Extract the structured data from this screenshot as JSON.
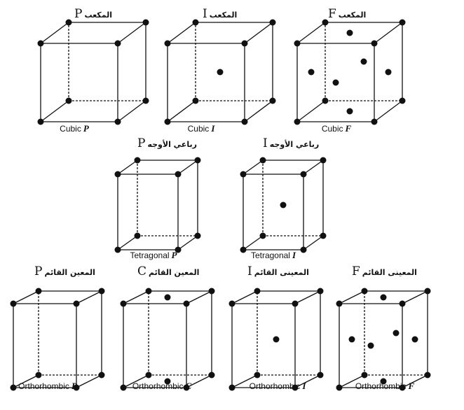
{
  "cells": [
    {
      "id": "cubic-p",
      "title_letter": "P",
      "title_arabic": "المكعب",
      "caption_prefix": "Cubic",
      "caption_symbol": "P",
      "centering": "P",
      "shape": "cube"
    },
    {
      "id": "cubic-i",
      "title_letter": "I",
      "title_arabic": "المكعب",
      "caption_prefix": "Cubic",
      "caption_symbol": "I",
      "centering": "I",
      "shape": "cube"
    },
    {
      "id": "cubic-f",
      "title_letter": "F",
      "title_arabic": "المكعب",
      "caption_prefix": "Cubic",
      "caption_symbol": "F",
      "centering": "F",
      "shape": "cube"
    },
    {
      "id": "tetragonal-p",
      "title_letter": "P",
      "title_arabic": "رباعي الأوجه",
      "caption_prefix": "Tetragonal",
      "caption_symbol": "P",
      "centering": "P",
      "shape": "tetragonal"
    },
    {
      "id": "tetragonal-i",
      "title_letter": "I",
      "title_arabic": "رباعي الأوجه",
      "caption_prefix": "Tetragonal",
      "caption_symbol": "I",
      "centering": "I",
      "shape": "tetragonal"
    },
    {
      "id": "orthorhombic-p",
      "title_letter": "P",
      "title_arabic": "المعين القائم",
      "caption_prefix": "Orthorhombic",
      "caption_symbol": "P",
      "centering": "P",
      "shape": "orthorhombic"
    },
    {
      "id": "orthorhombic-c",
      "title_letter": "C",
      "title_arabic": "المعين القائم",
      "caption_prefix": "Orthorhombic",
      "caption_symbol": "C",
      "centering": "C",
      "shape": "orthorhombic"
    },
    {
      "id": "orthorhombic-i",
      "title_letter": "I",
      "title_arabic": "المعينى القائم",
      "caption_prefix": "Orthorhombic",
      "caption_symbol": "I",
      "centering": "I",
      "shape": "orthorhombic"
    },
    {
      "id": "orthorhombic-f",
      "title_letter": "F",
      "title_arabic": "المعينى القائم",
      "caption_prefix": "Orthorhombic",
      "caption_symbol": "F",
      "centering": "F",
      "shape": "orthorhombic"
    }
  ]
}
